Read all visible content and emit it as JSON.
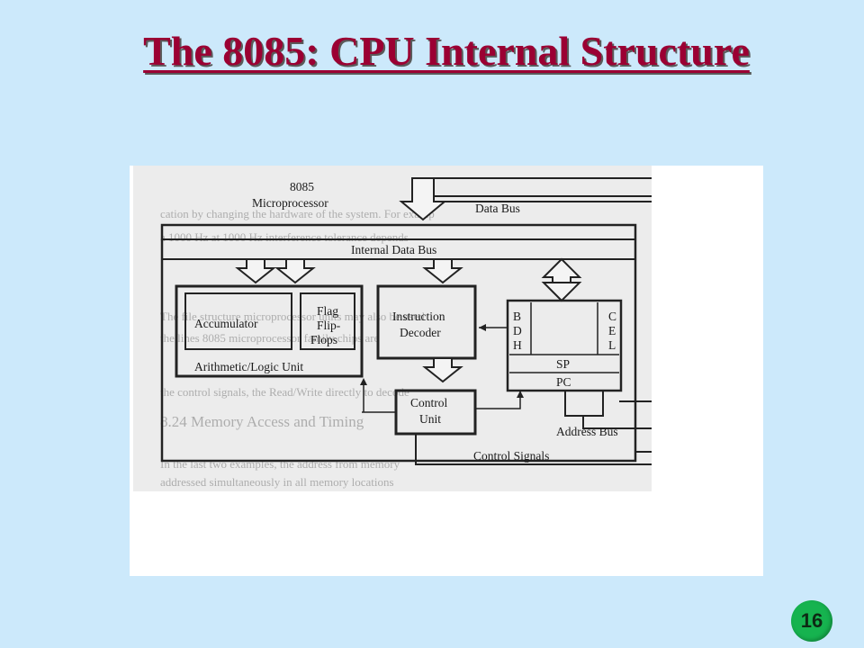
{
  "slide": {
    "title": "The 8085: CPU Internal Structure",
    "page_number": "16"
  },
  "diagram": {
    "microprocessor_label_1": "8085",
    "microprocessor_label_2": "Microprocessor",
    "data_bus": "Data Bus",
    "internal_data_bus": "Internal Data Bus",
    "accumulator": "Accumulator",
    "flag_1": "Flag",
    "flag_2": "Flip-",
    "flag_3": "Flops",
    "alu": "Arithmetic/Logic Unit",
    "instruction_decoder_1": "Instruction",
    "instruction_decoder_2": "Decoder",
    "control_unit_1": "Control",
    "control_unit_2": "Unit",
    "reg_b": "B",
    "reg_d": "D",
    "reg_h": "H",
    "reg_c": "C",
    "reg_e": "E",
    "reg_l": "L",
    "reg_sp": "SP",
    "reg_pc": "PC",
    "address_bus": "Address Bus",
    "control_signals": "Control Signals"
  },
  "colors": {
    "background": "#cce9fb",
    "title": "#9b0033",
    "badge": "#16b34f"
  }
}
